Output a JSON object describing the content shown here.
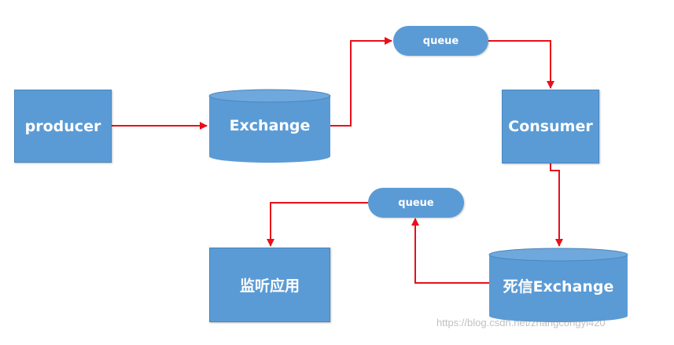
{
  "nodes": {
    "producer": "producer",
    "exchange": "Exchange",
    "queue_top": "queue",
    "consumer": "Consumer",
    "queue_bottom": "queue",
    "dead_letter_exchange": "死信Exchange",
    "listener_app": "监听应用"
  },
  "watermark": "https://blog.csdn.net/zhangcongyi420",
  "colors": {
    "node_fill": "#5b9bd5",
    "arrow": "#e8101a"
  }
}
